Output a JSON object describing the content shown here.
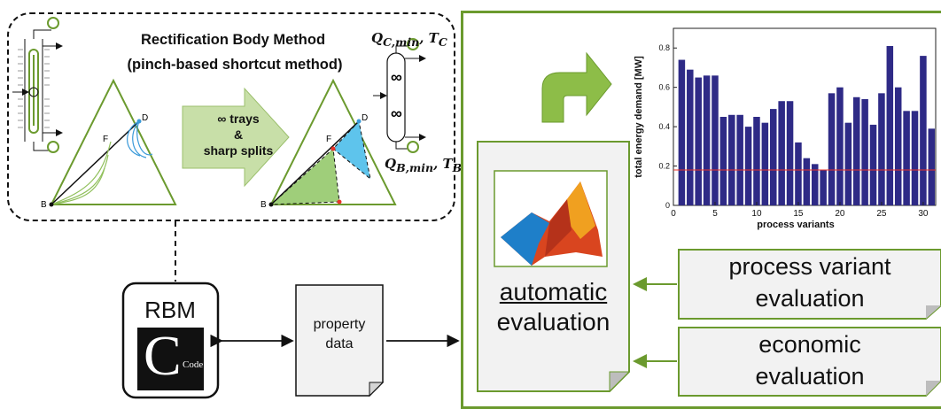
{
  "rbm": {
    "title": "Rectification Body Method",
    "subtitle": "(pinch-based shortcut method)",
    "arrow_line1": "∞ trays",
    "arrow_line2": "&",
    "arrow_line3": "sharp splits",
    "q_c_label": "Q_{C,min}, T_C",
    "q_b_label": "Q_{B,min}, T_B",
    "vertex_d": "D",
    "vertex_f": "F",
    "vertex_b": "B",
    "infinity": "∞"
  },
  "rbm_code": {
    "label": "RBM",
    "code_letter": "C",
    "code_text": "Code"
  },
  "property_data": {
    "line1": "property",
    "line2": "data"
  },
  "automatic_evaluation": {
    "line1": "automatic",
    "line2": "evaluation"
  },
  "process_variant_evaluation": {
    "line1": "process variant",
    "line2": "evaluation"
  },
  "economic_evaluation": {
    "line1": "economic",
    "line2": "evaluation"
  },
  "colors": {
    "green": "#6b9a2e",
    "bar": "#2e2a86",
    "threshold": "#e8332a"
  },
  "chart_data": {
    "type": "bar",
    "xlabel": "process variants",
    "ylabel": "total energy demand [MW]",
    "x": [
      1,
      2,
      3,
      4,
      5,
      6,
      7,
      8,
      9,
      10,
      11,
      12,
      13,
      14,
      15,
      16,
      17,
      18,
      19,
      20,
      21,
      22,
      23,
      24,
      25,
      26,
      27,
      28,
      29,
      30,
      31
    ],
    "values": [
      0.74,
      0.69,
      0.65,
      0.66,
      0.66,
      0.45,
      0.46,
      0.46,
      0.4,
      0.45,
      0.42,
      0.49,
      0.53,
      0.53,
      0.32,
      0.24,
      0.21,
      0.18,
      0.57,
      0.6,
      0.42,
      0.55,
      0.54,
      0.41,
      0.57,
      0.81,
      0.6,
      0.48,
      0.48,
      0.76,
      0.39
    ],
    "threshold": 0.18,
    "ylim": [
      0,
      0.9
    ],
    "xticks": [
      0,
      5,
      10,
      15,
      20,
      25,
      30
    ],
    "yticks": [
      0,
      0.2,
      0.4,
      0.6,
      0.8
    ],
    "xtick_labels": [
      "0",
      "5",
      "10",
      "15",
      "20",
      "25",
      "30"
    ],
    "ytick_labels": [
      "0",
      "0.2",
      "0.4",
      "0.6",
      "0.8"
    ]
  }
}
